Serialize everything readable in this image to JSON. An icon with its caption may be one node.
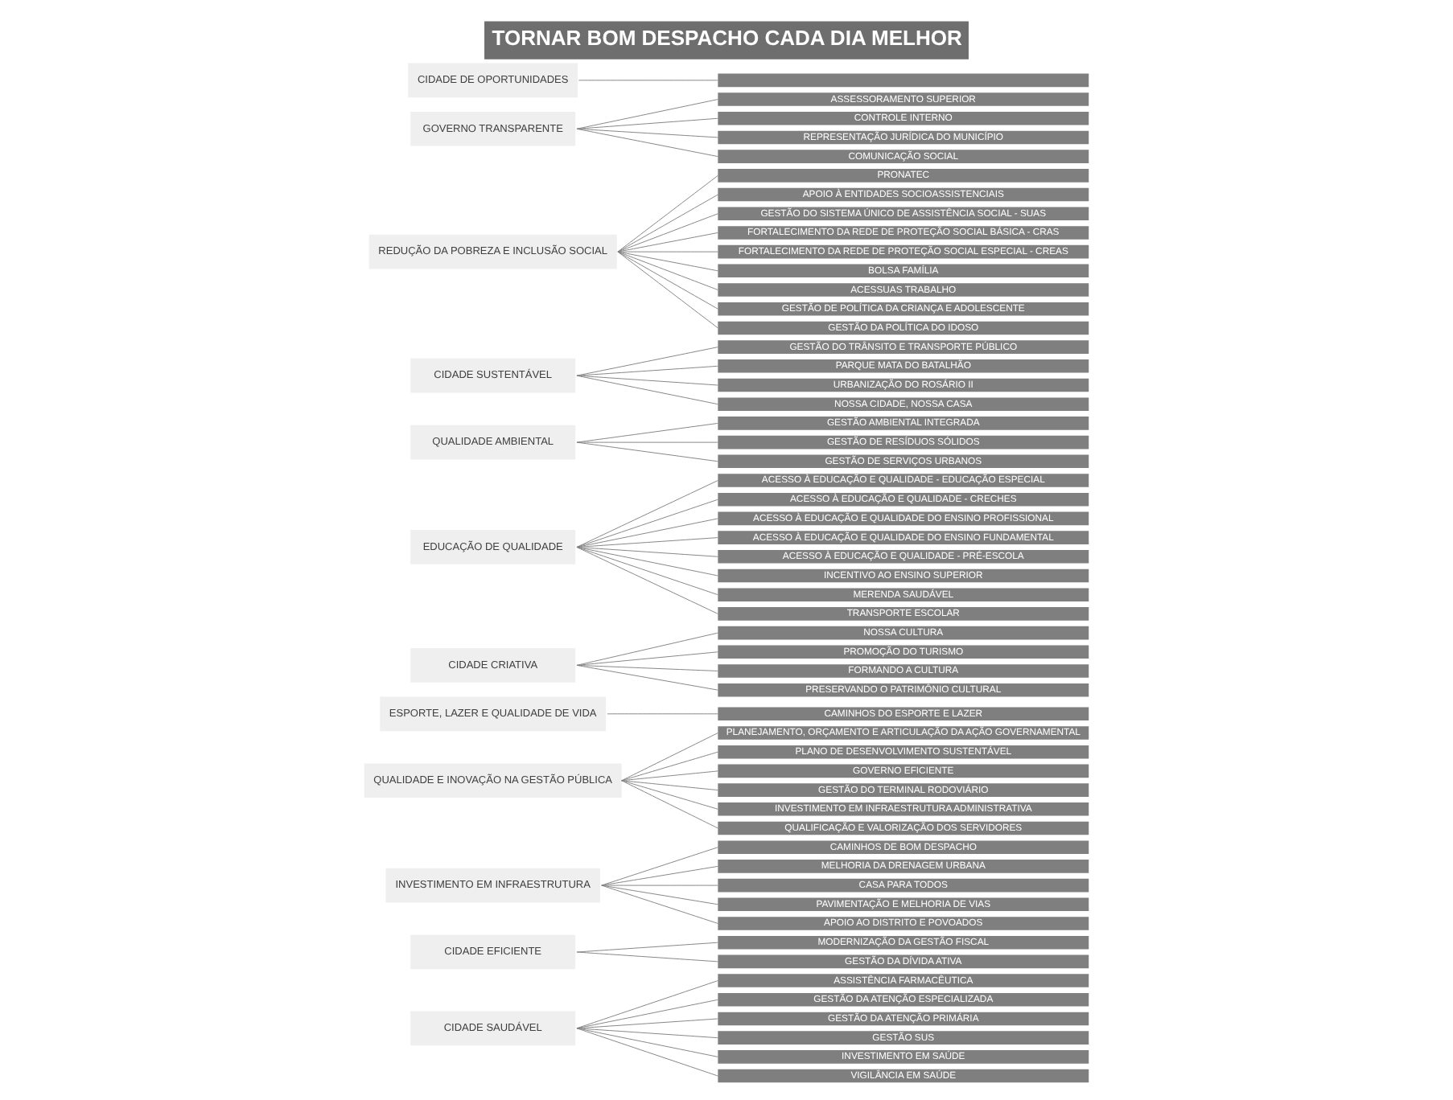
{
  "diagram": {
    "title": "TORNAR BOM DESPACHO CADA DIA MELHOR",
    "nodes": [
      {
        "text": [
          "CIDADE SAUDÁVEL"
        ]
      },
      {
        "text": [
          "CIDADE EFICIENTE"
        ]
      },
      {
        "text": [
          "INVESTIMENTO EM INFRAESTRUTURA"
        ]
      },
      {
        "text": [
          "QUALIDADE E INOVAÇÃO NA GESTÃO PÚBLICA"
        ]
      },
      {
        "text": [
          "ESPORTE, LAZER E QUALIDADE DE VIDA"
        ]
      },
      {
        "text": [
          "CIDADE CRIATIVA"
        ]
      },
      {
        "text": [
          "EDUCAÇÃO DE QUALIDADE"
        ]
      },
      {
        "text": [
          "QUALIDADE AMBIENTAL"
        ]
      },
      {
        "text": [
          "CIDADE SUSTENTÁVEL"
        ]
      },
      {
        "text": [
          "REDUÇÃO DA POBREZA E INCLUSÃO SOCIAL"
        ]
      },
      {
        "text": [
          "GOVERNO TRANSPARENTE"
        ]
      },
      {
        "text": [
          "CIDADE DE OPORTUNIDADES"
        ]
      },
      {
        "text": [
          "CAMINHOS DE BOM DESPACHO"
        ]
      },
      {
        "text": [
          "MELHORIA DA DRENAGEM URBANA"
        ]
      },
      {
        "text": [
          "CASA PARA TODOS"
        ]
      },
      {
        "text": [
          "PAVIMENTAÇÃO E MELHORIA DE VIAS"
        ]
      },
      {
        "text": [
          "APOIO AO DISTRITO E POVOADOS"
        ]
      },
      {
        "text": [
          "GESTÃO DO TRÂNSITO E TRANSPORTE PÚBLICO"
        ]
      },
      {
        "text": [
          "PARQUE MATA DO BATALHÃO"
        ]
      },
      {
        "text": [
          "URBANIZAÇÃO DO ROSÁRIO II"
        ]
      },
      {
        "text": [
          "NOSSA CIDADE, NOSSA CASA"
        ]
      },
      {
        "text": [
          "ASSISTÊNCIA FARMACÊUTICA"
        ]
      },
      {
        "text": [
          "GESTÃO DA ATENÇÃO ESPECIALIZADA"
        ]
      },
      {
        "text": [
          "GESTÃO DA ATENÇÃO PRIMÁRIA"
        ]
      },
      {
        "text": [
          "GESTÃO SUS"
        ]
      },
      {
        "text": [
          "INVESTIMENTO EM SAÚDE"
        ]
      },
      {
        "text": [
          "VIGILÂNCIA EM SAÚDE"
        ]
      },
      {
        "text": [
          "MODERNIZAÇÃO DA GESTÃO FISCAL"
        ]
      },
      {
        "text": [
          "GESTÃO DA DÍVIDA ATIVA"
        ]
      },
      {
        "text": [
          "PLANEJAMENTO, ORÇAMENTO E ARTICULAÇÃO DA AÇÃO GOVERNAMENTAL"
        ]
      },
      {
        "text": [
          "PLANO DE DESENVOLVIMENTO SUSTENTÁVEL"
        ]
      },
      {
        "text": [
          "GOVERNO EFICIENTE"
        ]
      },
      {
        "text": [
          "GESTÃO DO TERMINAL RODOVIÁRIO"
        ]
      },
      {
        "text": [
          "INVESTIMENTO EM INFRAESTRUTURA ADMINISTRATIVA"
        ]
      },
      {
        "text": [
          "QUALIFICAÇÃO E VALORIZAÇÃO DOS SERVIDORES"
        ]
      },
      {
        "text": [
          "CAMINHOS DO ESPORTE E LAZER"
        ]
      },
      {
        "text": [
          "NOSSA CULTURA"
        ]
      },
      {
        "text": [
          "PROMOÇÃO DO TURISMO"
        ]
      },
      {
        "text": [
          "FORMANDO A CULTURA"
        ]
      },
      {
        "text": [
          "PRESERVANDO O PATRIMÔNIO CULTURAL"
        ]
      },
      {
        "text": [
          "ACESSO À EDUCAÇÃO E QUALIDADE - EDUCAÇÃO ESPECIAL"
        ]
      },
      {
        "text": [
          "ACESSO À EDUCAÇÃO E QUALIDADE - CRECHES"
        ]
      },
      {
        "text": [
          "ACESSO À EDUCAÇÃO E QUALIDADE DO ENSINO PROFISSIONAL"
        ]
      },
      {
        "text": [
          "ACESSO À EDUCAÇÃO E QUALIDADE DO ENSINO FUNDAMENTAL"
        ]
      },
      {
        "text": [
          "ACESSO À EDUCAÇÃO E QUALIDADE - PRÉ-ESCOLA"
        ]
      },
      {
        "text": [
          "INCENTIVO AO ENSINO SUPERIOR"
        ]
      },
      {
        "text": [
          "MERENDA SAUDÁVEL"
        ]
      },
      {
        "text": [
          "TRANSPORTE ESCOLAR"
        ]
      },
      {
        "text": [
          "GESTÃO AMBIENTAL INTEGRADA"
        ]
      },
      {
        "text": [
          "GESTÃO DE RESÍDUOS SÓLIDOS"
        ]
      },
      {
        "text": [
          "GESTÃO DE SERVIÇOS URBANOS"
        ]
      },
      {
        "text": [
          "PRONATEC"
        ]
      },
      {
        "text": [
          "APOIO À ENTIDADES SOCIOASSISTENCIAIS"
        ]
      },
      {
        "text": [
          "GESTÃO DO SISTEMA ÚNICO DE ASSISTÊNCIA SOCIAL - SUAS"
        ]
      },
      {
        "text": [
          "FORTALECIMENTO DA REDE DE PROTEÇÃO SOCIAL BÁSICA - CRAS"
        ]
      },
      {
        "text": [
          "FORTALECIMENTO DA REDE DE PROTEÇÃO SOCIAL ESPECIAL - CREAS"
        ]
      },
      {
        "text": [
          "BOLSA FAMÍLIA"
        ]
      },
      {
        "text": [
          "ACESSUAS TRABALHO"
        ]
      },
      {
        "text": [
          "GESTÃO DE POLÍTICA DA CRIANÇA E ADOLESCENTE"
        ]
      },
      {
        "text": [
          "GESTÃO DA POLÍTICA DO IDOSO"
        ]
      },
      {
        "text": [
          "ASSESSORAMENTO SUPERIOR"
        ]
      },
      {
        "text": [
          "CONTROLE INTERNO"
        ]
      },
      {
        "text": [
          "REPRESENTAÇÃO JURÍDICA DO MUNICÍPIO"
        ]
      },
      {
        "text": [
          "COMUNICAÇÃO SOCIAL"
        ]
      },
      {
        "text": [],
        "shape": "bar"
      }
    ],
    "edges": [
      {
        "from": 0,
        "to": 21,
        "arrow": "none"
      },
      {
        "from": 0,
        "to": 22,
        "arrow": "none"
      },
      {
        "from": 0,
        "to": 23,
        "arrow": "none"
      },
      {
        "from": 0,
        "to": 24,
        "arrow": "none"
      },
      {
        "from": 0,
        "to": 25,
        "arrow": "none"
      },
      {
        "from": 0,
        "to": 26,
        "arrow": "none"
      },
      {
        "from": 1,
        "to": 27,
        "arrow": "none"
      },
      {
        "from": 1,
        "to": 28,
        "arrow": "none"
      },
      {
        "from": 2,
        "to": 13,
        "arrow": "none"
      },
      {
        "from": 2,
        "to": 16,
        "arrow": "none"
      },
      {
        "from": 2,
        "to": 15,
        "arrow": "none"
      },
      {
        "from": 2,
        "to": 14,
        "arrow": "none"
      },
      {
        "from": 2,
        "to": 12,
        "arrow": "none"
      },
      {
        "from": 3,
        "to": 29,
        "arrow": "none"
      },
      {
        "from": 3,
        "to": 30,
        "arrow": "none"
      },
      {
        "from": 3,
        "to": 31,
        "arrow": "none"
      },
      {
        "from": 3,
        "to": 32,
        "arrow": "none"
      },
      {
        "from": 3,
        "to": 33,
        "arrow": "none"
      },
      {
        "from": 3,
        "to": 34,
        "arrow": "none"
      },
      {
        "from": 4,
        "to": 35,
        "arrow": "none"
      },
      {
        "from": 5,
        "to": 36,
        "arrow": "none"
      },
      {
        "from": 5,
        "to": 37,
        "arrow": "none"
      },
      {
        "from": 5,
        "to": 38,
        "arrow": "none"
      },
      {
        "from": 5,
        "to": 39,
        "arrow": "none"
      },
      {
        "from": 6,
        "to": 40,
        "arrow": "none"
      },
      {
        "from": 6,
        "to": 41,
        "arrow": "none"
      },
      {
        "from": 6,
        "to": 42,
        "arrow": "none"
      },
      {
        "from": 6,
        "to": 43,
        "arrow": "none"
      },
      {
        "from": 6,
        "to": 44,
        "arrow": "none"
      },
      {
        "from": 6,
        "to": 45,
        "arrow": "none"
      },
      {
        "from": 6,
        "to": 46,
        "arrow": "none"
      },
      {
        "from": 6,
        "to": 47,
        "arrow": "none"
      },
      {
        "from": 7,
        "to": 48,
        "arrow": "none"
      },
      {
        "from": 7,
        "to": 49,
        "arrow": "none"
      },
      {
        "from": 7,
        "to": 50,
        "arrow": "none"
      },
      {
        "from": 8,
        "to": 18,
        "arrow": "none"
      },
      {
        "from": 8,
        "to": 19,
        "arrow": "none"
      },
      {
        "from": 8,
        "to": 17,
        "arrow": "none"
      },
      {
        "from": 8,
        "to": 20,
        "arrow": "none"
      },
      {
        "from": 9,
        "to": 51,
        "arrow": "none"
      },
      {
        "from": 9,
        "to": 52,
        "arrow": "none"
      },
      {
        "from": 9,
        "to": 53,
        "arrow": "none"
      },
      {
        "from": 9,
        "to": 54,
        "arrow": "none"
      },
      {
        "from": 9,
        "to": 55,
        "arrow": "none"
      },
      {
        "from": 9,
        "to": 56,
        "arrow": "none"
      },
      {
        "from": 9,
        "to": 57,
        "arrow": "none"
      },
      {
        "from": 9,
        "to": 58,
        "arrow": "none"
      },
      {
        "from": 9,
        "to": 59,
        "arrow": "none"
      },
      {
        "from": 10,
        "to": 60,
        "arrow": "none"
      },
      {
        "from": 10,
        "to": 61,
        "arrow": "none"
      },
      {
        "from": 10,
        "to": 62,
        "arrow": "none"
      },
      {
        "from": 10,
        "to": 63,
        "arrow": "none"
      },
      {
        "from": 11,
        "to": 64,
        "arrow": "none"
      }
    ]
  }
}
